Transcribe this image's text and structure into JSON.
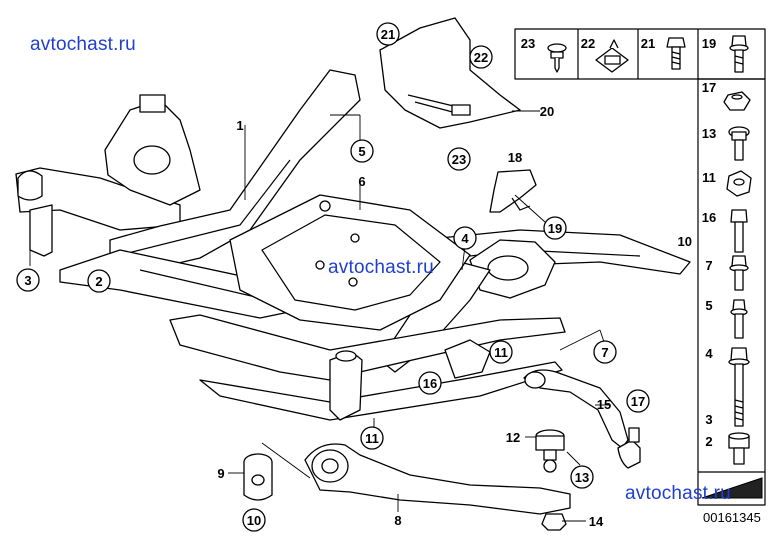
{
  "watermark": {
    "text": "avtochast.ru",
    "color": "#1f3fd0"
  },
  "diagram_ref": "00161345",
  "callouts": {
    "main_assembly": [
      "1",
      "2",
      "3",
      "4",
      "5",
      "6",
      "7",
      "8",
      "9",
      "10",
      "11",
      "11",
      "12",
      "13",
      "14",
      "15",
      "16",
      "17",
      "18",
      "19",
      "20",
      "21",
      "22",
      "23"
    ],
    "circled": [
      "21",
      "22",
      "5",
      "23",
      "19",
      "4",
      "3",
      "2",
      "11",
      "16",
      "11",
      "17",
      "13",
      "10",
      "7"
    ],
    "plain": [
      "1",
      "6",
      "18",
      "20",
      "10",
      "15",
      "12",
      "9",
      "8",
      "14"
    ]
  },
  "parts_panel_top": [
    {
      "num": "23",
      "icon": "screw-washer-icon"
    },
    {
      "num": "22",
      "icon": "clip-nut-icon"
    },
    {
      "num": "21",
      "icon": "hex-bolt-icon"
    },
    {
      "num": "19",
      "icon": "flange-bolt-icon"
    }
  ],
  "parts_panel_right": [
    {
      "num": "17",
      "icon": "self-locking-nut-icon"
    },
    {
      "num": "13",
      "icon": "collar-bolt-icon"
    },
    {
      "num": "11",
      "icon": "hex-nut-icon"
    },
    {
      "num": "16",
      "icon": "hex-bolt-long-icon"
    },
    {
      "num": "7",
      "icon": "flange-bolt-icon"
    },
    {
      "num": "5",
      "icon": "hex-bolt-icon"
    },
    {
      "num": "4",
      "icon": "long-bolt-icon"
    },
    {
      "num": "3",
      "icon": "long-bolt-icon"
    },
    {
      "num": "2",
      "icon": "socket-bolt-icon"
    }
  ],
  "side_label": "10"
}
